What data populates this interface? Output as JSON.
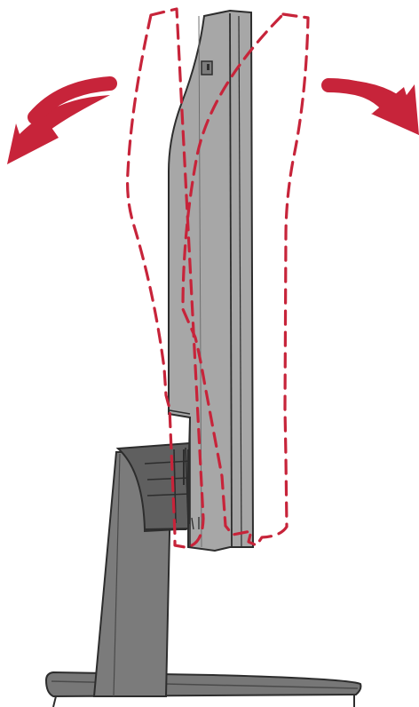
{
  "diagram": {
    "type": "monitor-tilt-illustration",
    "arrows": {
      "left": {
        "direction": "tilt-backward"
      },
      "right": {
        "direction": "tilt-forward"
      }
    },
    "colors": {
      "accent": "#c7243a",
      "panel": "#a9a9a9",
      "panel_dark": "#7d7d7d",
      "stand": "#7a7a7a",
      "outline": "#2d2d2d",
      "background": "#ffffff"
    },
    "icons": {
      "left_arrow": "curved-arrow-left-icon",
      "right_arrow": "curved-arrow-right-icon"
    }
  }
}
